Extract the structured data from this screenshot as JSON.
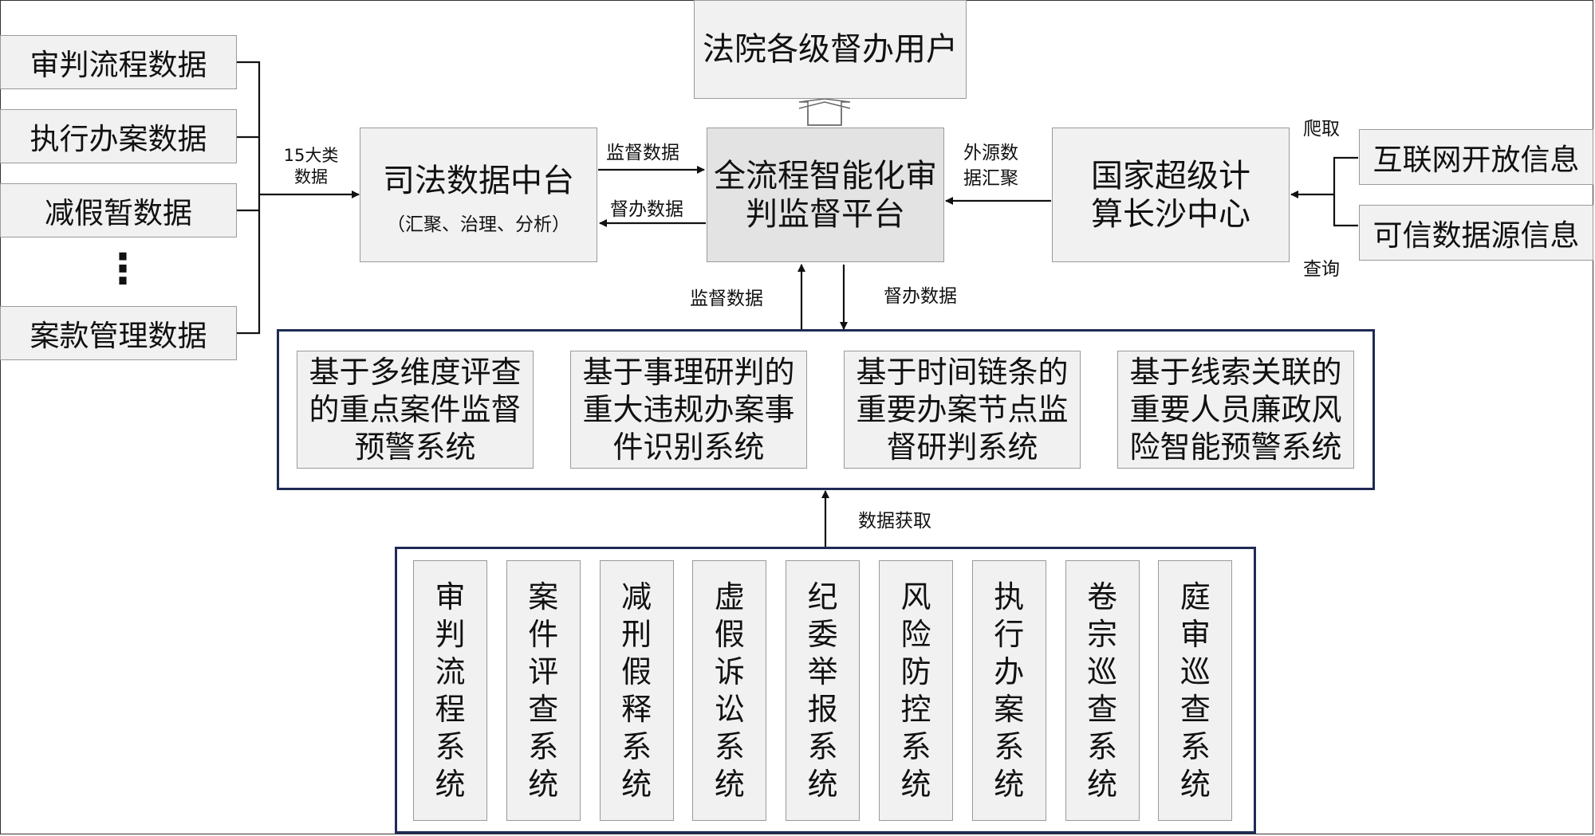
{
  "top_user": "法院各级督办用户",
  "source_data": [
    "审判流程数据",
    "执行办案数据",
    "减假暂数据",
    "⋮",
    "案款管理数据"
  ],
  "label_15": [
    "15大类",
    "数据"
  ],
  "middle_platform": {
    "title": "司法数据中台",
    "subtitle": "（汇聚、治理、分析）"
  },
  "main_platform": [
    "全流程智能化审",
    "判监督平台"
  ],
  "arrow_labels": {
    "supervise_data_top": "监督数据",
    "supervise_handle_top": "督办数据",
    "external": [
      "外源数",
      "据汇聚"
    ],
    "crawl": "爬取",
    "query": "查询",
    "supervise_data_bottom": "监督数据",
    "supervise_handle_bottom": "督办数据",
    "data_fetch": "数据获取"
  },
  "supercomputer": [
    "国家超级计",
    "算长沙中心"
  ],
  "external_sources": [
    "互联网开放信息",
    "可信数据源信息"
  ],
  "systems_upper": [
    [
      "基于多维度评查",
      "的重点案件监督",
      "预警系统"
    ],
    [
      "基于事理研判的",
      "重大违规办案事",
      "件识别系统"
    ],
    [
      "基于时间链条的",
      "重要办案节点监",
      "督研判系统"
    ],
    [
      "基于线索关联的",
      "重要人员廉政风",
      "险智能预警系统"
    ]
  ],
  "systems_lower": [
    "审判流程系统",
    "案件评查系统",
    "减刑假释系统",
    "虚假诉讼系统",
    "纪委举报系统",
    "风险防控系统",
    "执行办案系统",
    "卷宗巡查系统",
    "庭审巡查系统"
  ]
}
